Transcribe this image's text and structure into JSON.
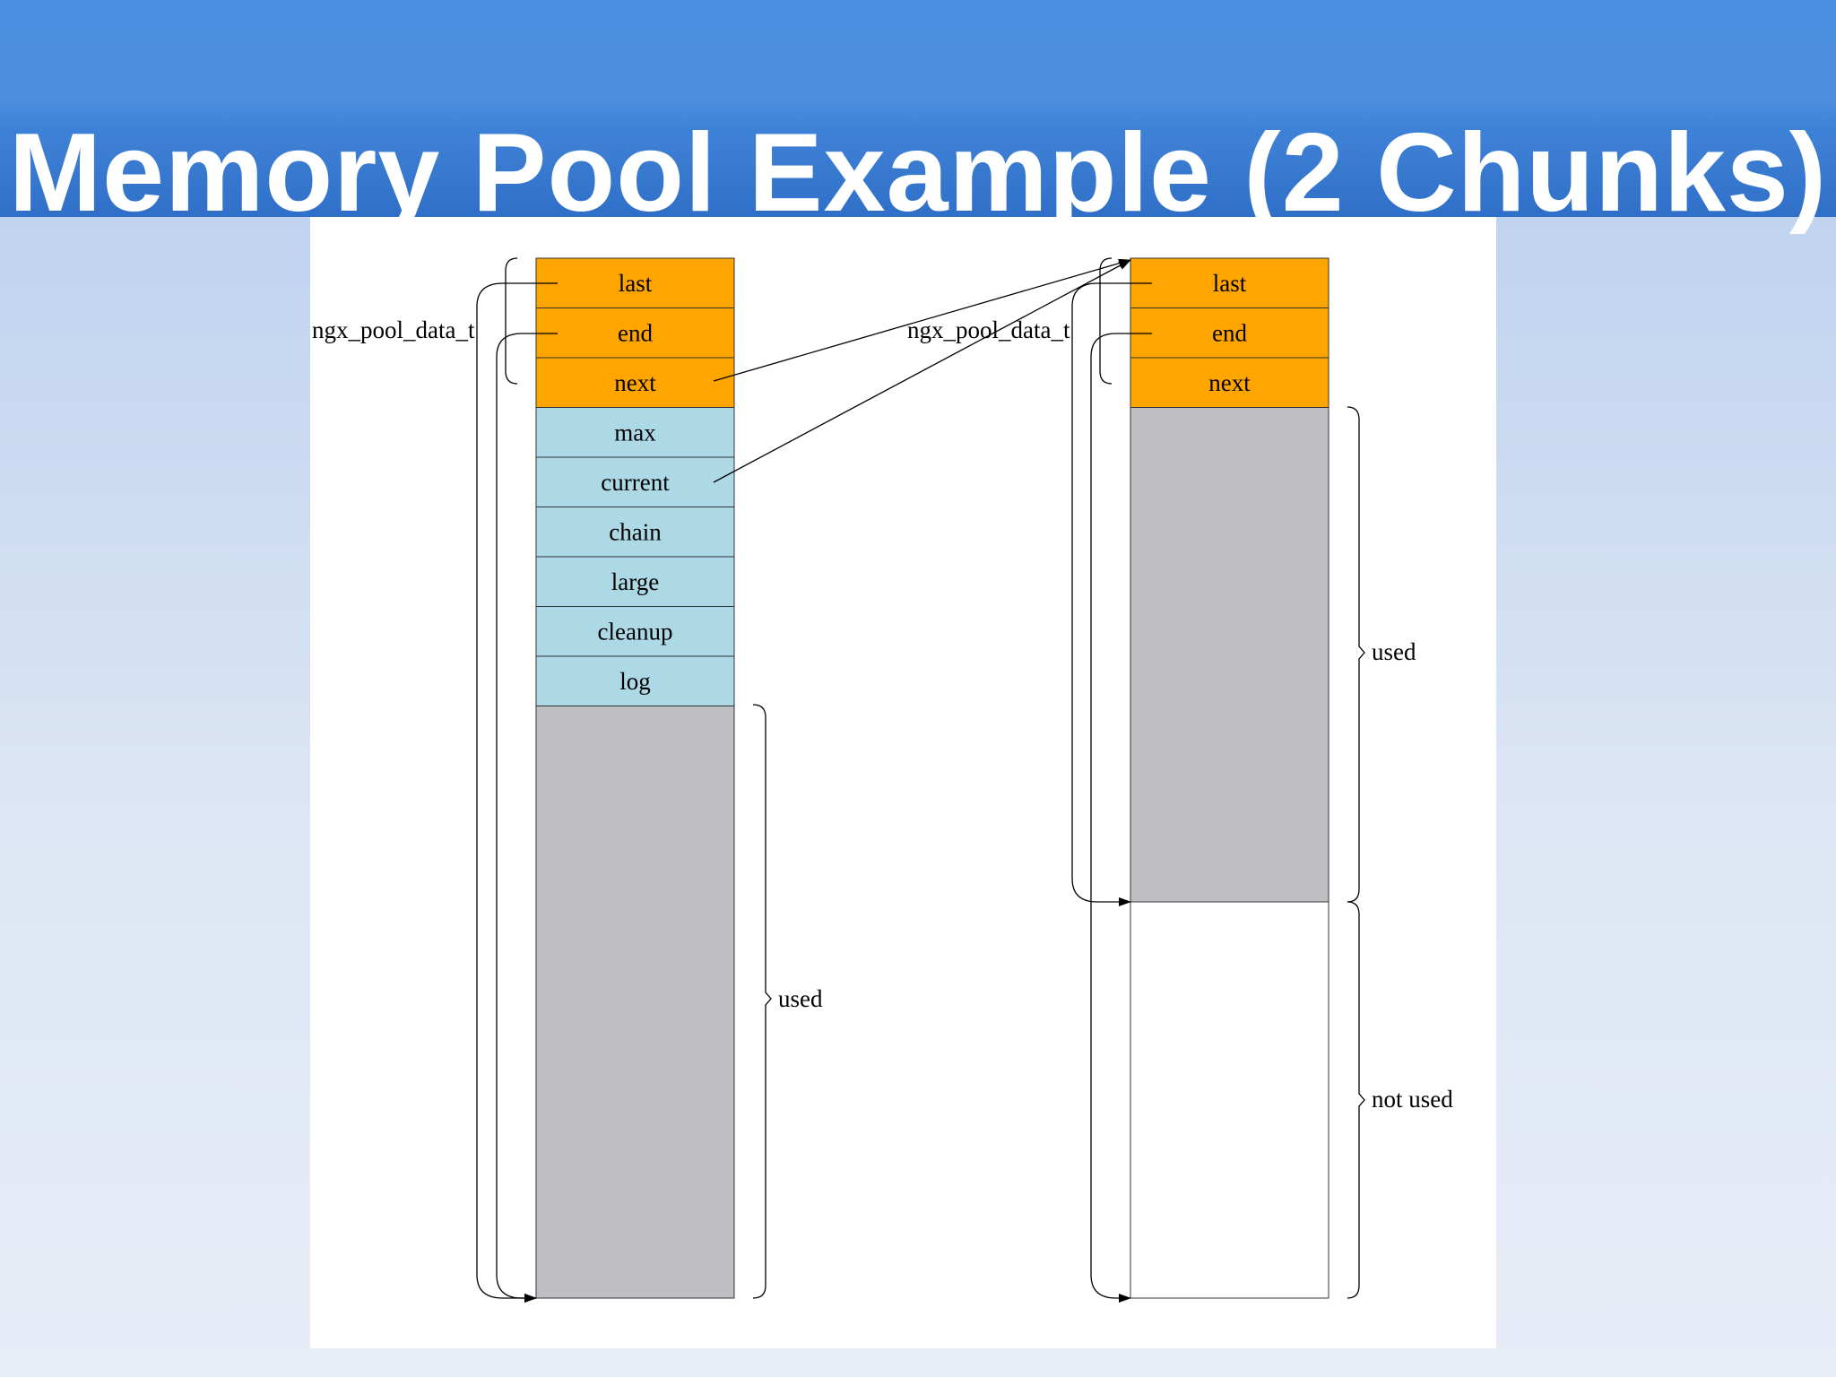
{
  "slide": {
    "title": "Memory Pool Example (2 Chunks)"
  },
  "diagram": {
    "colors": {
      "header": "#ffa500",
      "pool_fields": "#add8e6",
      "used": "#bfbec3",
      "unused": "#ffffff",
      "line": "#000000"
    },
    "chunk1": {
      "header_label": "ngx_pool_data_t",
      "header_fields": [
        "last",
        "end",
        "next"
      ],
      "pool_fields": [
        "max",
        "current",
        "chain",
        "large",
        "cleanup",
        "log"
      ],
      "used_label": "used"
    },
    "chunk2": {
      "header_label": "ngx_pool_data_t",
      "header_fields": [
        "last",
        "end",
        "next"
      ],
      "used_label": "used",
      "unused_label": "not used"
    },
    "pointers": [
      {
        "from": "chunk1.next",
        "to": "chunk2"
      },
      {
        "from": "chunk1.current",
        "to": "chunk2"
      },
      {
        "from": "chunk1.last",
        "to": "chunk1.end_of_memory"
      },
      {
        "from": "chunk1.end",
        "to": "chunk1.end_of_memory"
      },
      {
        "from": "chunk2.last",
        "to": "chunk2.used_end"
      },
      {
        "from": "chunk2.end",
        "to": "chunk2.end_of_memory"
      }
    ]
  }
}
